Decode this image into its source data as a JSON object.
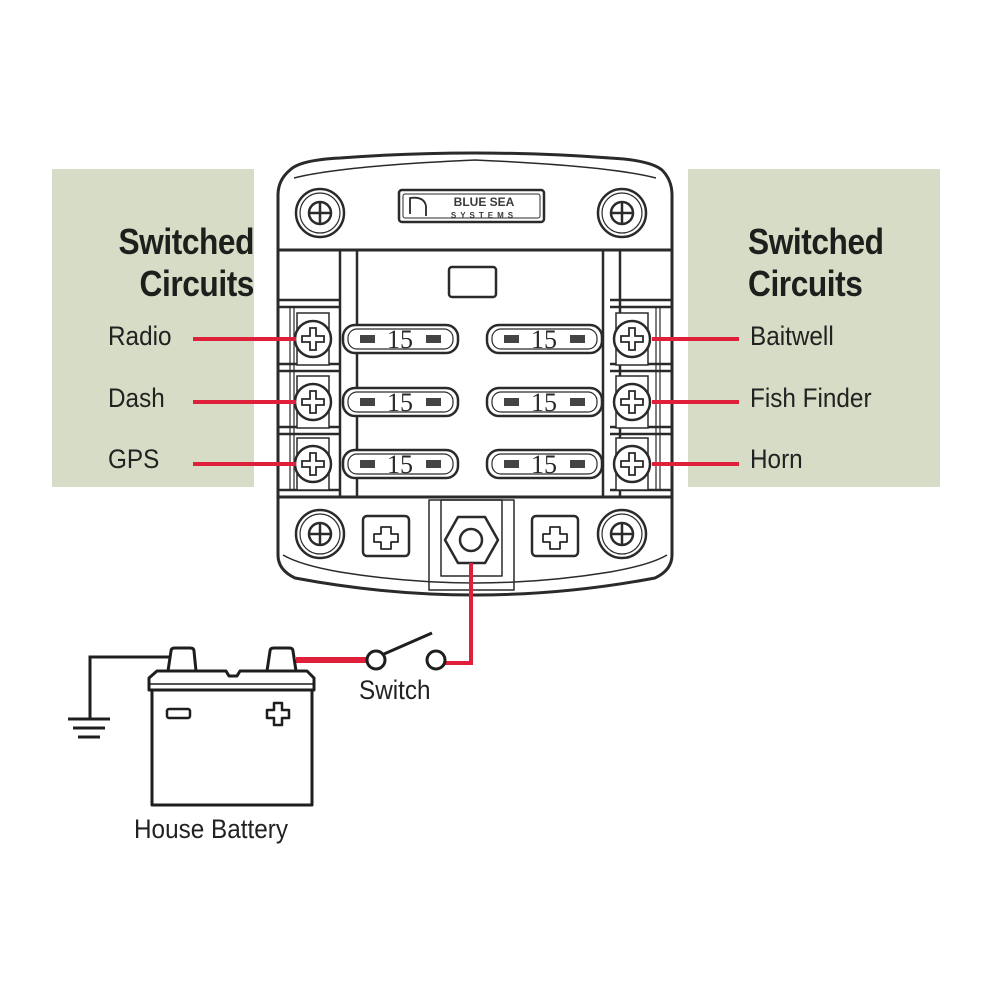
{
  "left_panel": {
    "heading_line1": "Switched",
    "heading_line2": "Circuits",
    "circuits": [
      {
        "label": "Radio"
      },
      {
        "label": "Dash"
      },
      {
        "label": "GPS"
      }
    ]
  },
  "right_panel": {
    "heading_line1": "Switched",
    "heading_line2": "Circuits",
    "circuits": [
      {
        "label": "Baitwell"
      },
      {
        "label": "Fish Finder"
      },
      {
        "label": "Horn"
      }
    ]
  },
  "fuse_block": {
    "brand_line1": "BLUE SEA",
    "brand_line2": "SYSTEMS",
    "fuses": [
      {
        "side": "left",
        "rating": "15"
      },
      {
        "side": "right",
        "rating": "15"
      },
      {
        "side": "left",
        "rating": "15"
      },
      {
        "side": "right",
        "rating": "15"
      },
      {
        "side": "left",
        "rating": "15"
      },
      {
        "side": "right",
        "rating": "15"
      }
    ]
  },
  "switch": {
    "label": "Switch",
    "state": "open"
  },
  "battery": {
    "label": "House Battery",
    "negative_symbol": "−",
    "positive_symbol": "+"
  },
  "ground": {
    "icon": "ground-icon"
  },
  "colors": {
    "panel_bg": "#d6dcc5",
    "wire_positive": "#e0203a",
    "wire_ground": "#1c1f1c",
    "outline": "#2a2a2a"
  }
}
